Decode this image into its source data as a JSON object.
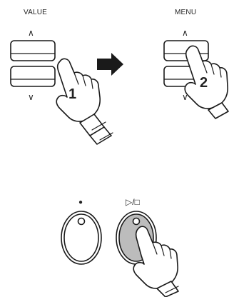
{
  "left_panel": {
    "caption": "VALUE",
    "up_symbol": "∧",
    "down_symbol": "∨",
    "step_number": "1"
  },
  "right_panel": {
    "caption": "MENU",
    "up_symbol": "∧",
    "down_symbol": "∨",
    "step_number": "2"
  },
  "transport": {
    "record_symbol": "●",
    "play_stop_symbol": "▷/□"
  },
  "colors": {
    "line": "#1a1a1a",
    "arrow": "#1a1a1a",
    "pressed_button": "#bcbcbc",
    "background": "#ffffff"
  },
  "icons": [
    "arrow-right-icon",
    "pointing-hand-icon"
  ]
}
